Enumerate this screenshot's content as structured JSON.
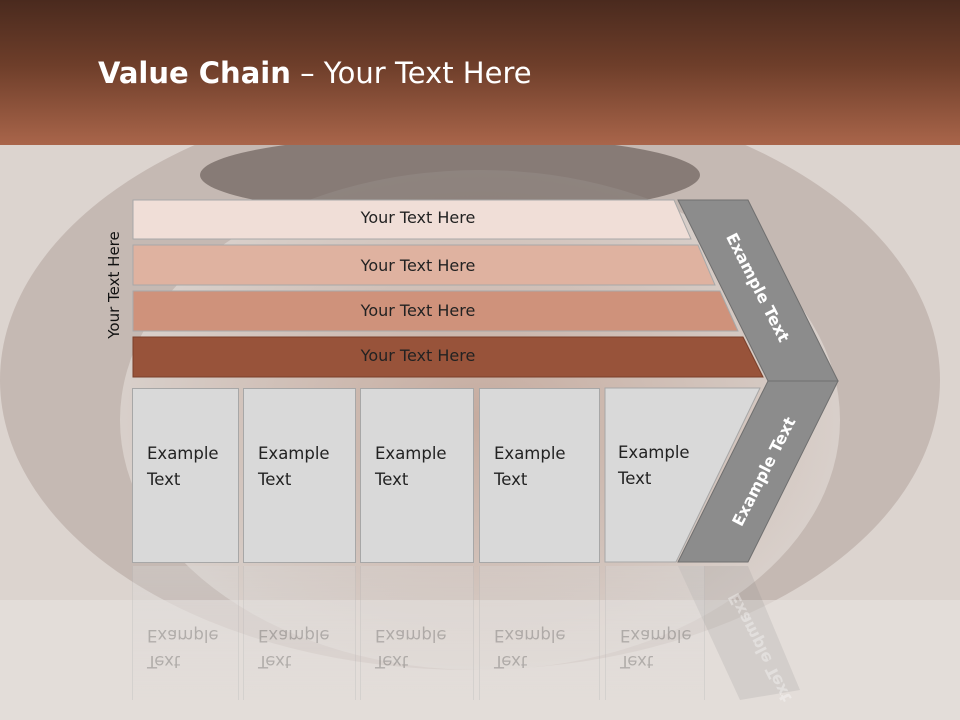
{
  "header": {
    "title_bold": "Value Chain",
    "title_rest": " – Your Text Here"
  },
  "side_label": "Your Text Here",
  "bars": [
    {
      "label": "Your Text Here",
      "color": "#f0ded7"
    },
    {
      "label": "Your Text Here",
      "color": "#dfb2a0"
    },
    {
      "label": "Your Text Here",
      "color": "#cf927b"
    },
    {
      "label": "Your Text Here",
      "color": "#98533a"
    }
  ],
  "boxes": [
    {
      "line1": "Example",
      "line2": "Text"
    },
    {
      "line1": "Example",
      "line2": "Text"
    },
    {
      "line1": "Example",
      "line2": "Text"
    },
    {
      "line1": "Example",
      "line2": "Text"
    },
    {
      "line1": "Example",
      "line2": "Text"
    }
  ],
  "chevron": {
    "upper_text": "Example Text",
    "lower_text": "Example Text",
    "color": "#8c8c8c"
  }
}
